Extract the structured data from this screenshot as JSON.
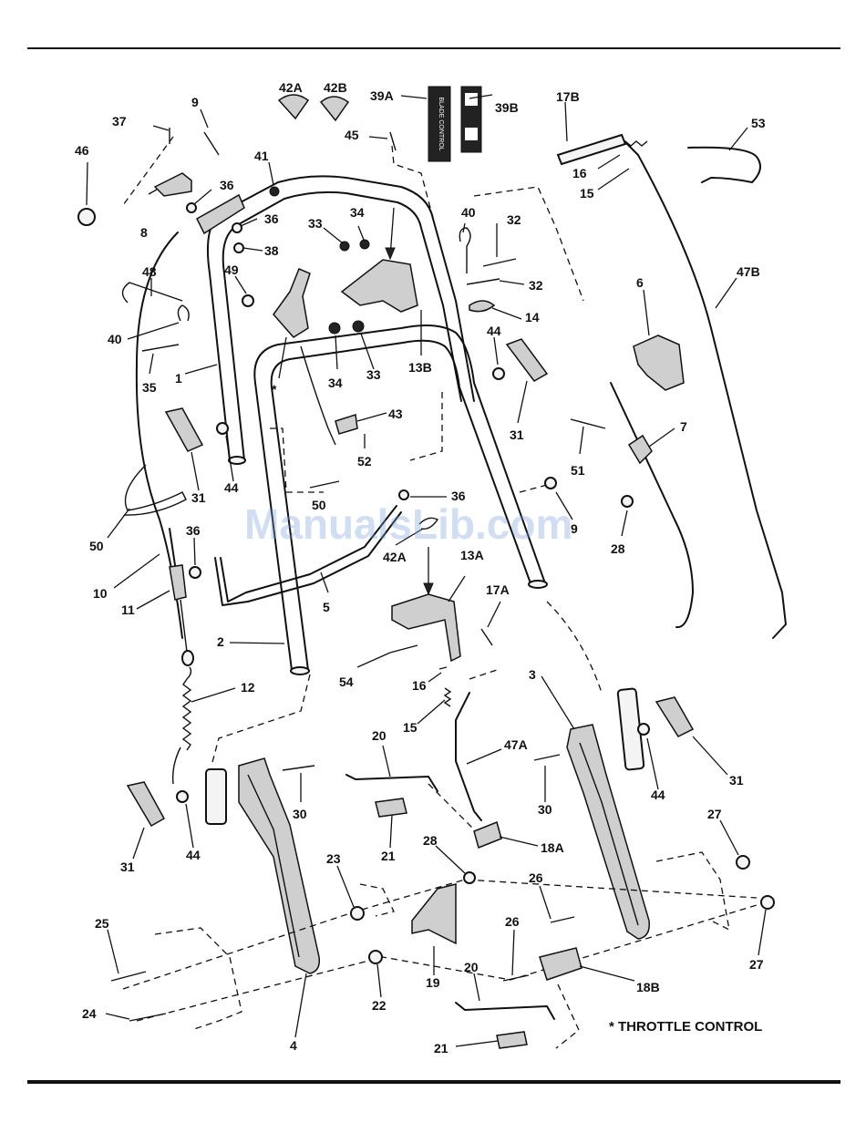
{
  "watermark": "ManualsLib.com",
  "footnote": "* THROTTLE CONTROL",
  "decal_39A_text": "BLADE CONTROL",
  "labels": [
    {
      "id": "l42A_top",
      "text": "42A"
    },
    {
      "id": "l42B",
      "text": "42B"
    },
    {
      "id": "l39A",
      "text": "39A"
    },
    {
      "id": "l39B",
      "text": "39B"
    },
    {
      "id": "l17B",
      "text": "17B"
    },
    {
      "id": "l53",
      "text": "53"
    },
    {
      "id": "l9a",
      "text": "9"
    },
    {
      "id": "l37",
      "text": "37"
    },
    {
      "id": "l45",
      "text": "45"
    },
    {
      "id": "l46",
      "text": "46"
    },
    {
      "id": "l41",
      "text": "41"
    },
    {
      "id": "l36a",
      "text": "36"
    },
    {
      "id": "l16a",
      "text": "16"
    },
    {
      "id": "l15a",
      "text": "15"
    },
    {
      "id": "l8",
      "text": "8"
    },
    {
      "id": "l36b",
      "text": "36"
    },
    {
      "id": "l33a",
      "text": "33"
    },
    {
      "id": "l34a",
      "text": "34"
    },
    {
      "id": "l40a",
      "text": "40"
    },
    {
      "id": "l32a",
      "text": "32"
    },
    {
      "id": "l47B",
      "text": "47B"
    },
    {
      "id": "l38",
      "text": "38"
    },
    {
      "id": "l48",
      "text": "48"
    },
    {
      "id": "l49",
      "text": "49"
    },
    {
      "id": "l32b",
      "text": "32"
    },
    {
      "id": "l6",
      "text": "6"
    },
    {
      "id": "l14",
      "text": "14"
    },
    {
      "id": "l40b",
      "text": "40"
    },
    {
      "id": "l44a",
      "text": "44"
    },
    {
      "id": "l35",
      "text": "35"
    },
    {
      "id": "l1",
      "text": "1"
    },
    {
      "id": "l34b",
      "text": "34"
    },
    {
      "id": "l33b",
      "text": "33"
    },
    {
      "id": "l13B",
      "text": "13B"
    },
    {
      "id": "lstar",
      "text": "*"
    },
    {
      "id": "l31a",
      "text": "31"
    },
    {
      "id": "l43",
      "text": "43"
    },
    {
      "id": "l7",
      "text": "7"
    },
    {
      "id": "l51",
      "text": "51"
    },
    {
      "id": "l52",
      "text": "52"
    },
    {
      "id": "l31b",
      "text": "31"
    },
    {
      "id": "l44b",
      "text": "44"
    },
    {
      "id": "l50a",
      "text": "50"
    },
    {
      "id": "l36c",
      "text": "36"
    },
    {
      "id": "l9b",
      "text": "9"
    },
    {
      "id": "l50b",
      "text": "50"
    },
    {
      "id": "l36d",
      "text": "36"
    },
    {
      "id": "l42A_mid",
      "text": "42A"
    },
    {
      "id": "l28a",
      "text": "28"
    },
    {
      "id": "l13A",
      "text": "13A"
    },
    {
      "id": "l10",
      "text": "10"
    },
    {
      "id": "l5",
      "text": "5"
    },
    {
      "id": "l11",
      "text": "11"
    },
    {
      "id": "l17A",
      "text": "17A"
    },
    {
      "id": "l2",
      "text": "2"
    },
    {
      "id": "l54",
      "text": "54"
    },
    {
      "id": "l16b",
      "text": "16"
    },
    {
      "id": "l3",
      "text": "3"
    },
    {
      "id": "l12",
      "text": "12"
    },
    {
      "id": "l15b",
      "text": "15"
    },
    {
      "id": "l20a",
      "text": "20"
    },
    {
      "id": "l47A",
      "text": "47A"
    },
    {
      "id": "l30a",
      "text": "30"
    },
    {
      "id": "l30b",
      "text": "30"
    },
    {
      "id": "l31c",
      "text": "31"
    },
    {
      "id": "l44c",
      "text": "44"
    },
    {
      "id": "l31d",
      "text": "31"
    },
    {
      "id": "l44d",
      "text": "44"
    },
    {
      "id": "l21a",
      "text": "21"
    },
    {
      "id": "l18A",
      "text": "18A"
    },
    {
      "id": "l27a",
      "text": "27"
    },
    {
      "id": "l28b",
      "text": "28"
    },
    {
      "id": "l23",
      "text": "23"
    },
    {
      "id": "l26a",
      "text": "26"
    },
    {
      "id": "l25",
      "text": "25"
    },
    {
      "id": "l26b",
      "text": "26"
    },
    {
      "id": "l27b",
      "text": "27"
    },
    {
      "id": "l20b",
      "text": "20"
    },
    {
      "id": "l19",
      "text": "19"
    },
    {
      "id": "l18B",
      "text": "18B"
    },
    {
      "id": "l22",
      "text": "22"
    },
    {
      "id": "l24",
      "text": "24"
    },
    {
      "id": "l4",
      "text": "4"
    },
    {
      "id": "l21b",
      "text": "21"
    }
  ]
}
